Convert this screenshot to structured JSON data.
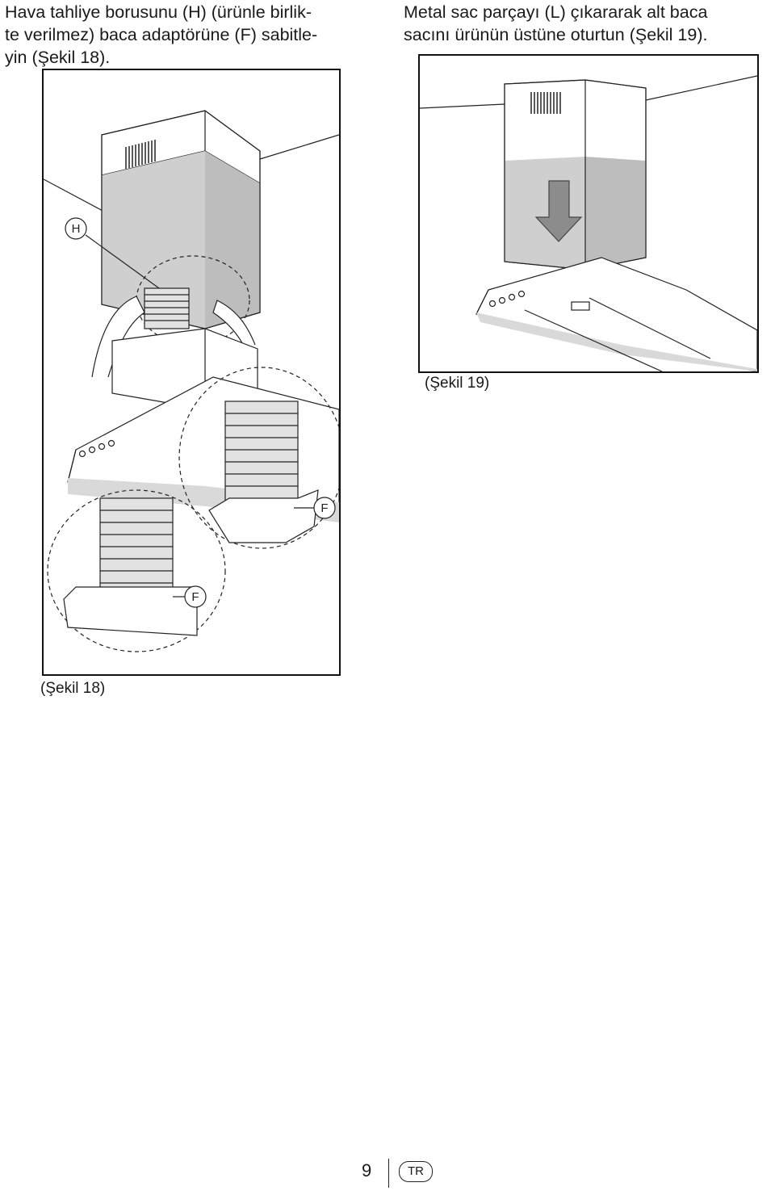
{
  "instructions": {
    "left_lines": [
      "Hava tahliye borusunu (H) (ürünle birlik-",
      "te verilmez) baca adaptörüne (F) sabitle-",
      "yin (Şekil 18)."
    ],
    "right_lines": [
      "Metal sac parçayı (L) çıkararak alt baca",
      "sacını ürünün üstüne oturtun (Şekil 19)."
    ]
  },
  "figures": {
    "fig18": {
      "caption": "(Şekil 18)",
      "callouts": {
        "h": "H",
        "f_upper": "F",
        "f_lower": "F"
      }
    },
    "fig19": {
      "caption": "(Şekil 19)"
    }
  },
  "footer": {
    "page_number": "9",
    "language": "TR"
  },
  "colors": {
    "line": "#222222",
    "panel_grey": "#cfcfcf",
    "duct_grey": "#e2e2e2",
    "arrow_grey": "#8c8c8c"
  }
}
